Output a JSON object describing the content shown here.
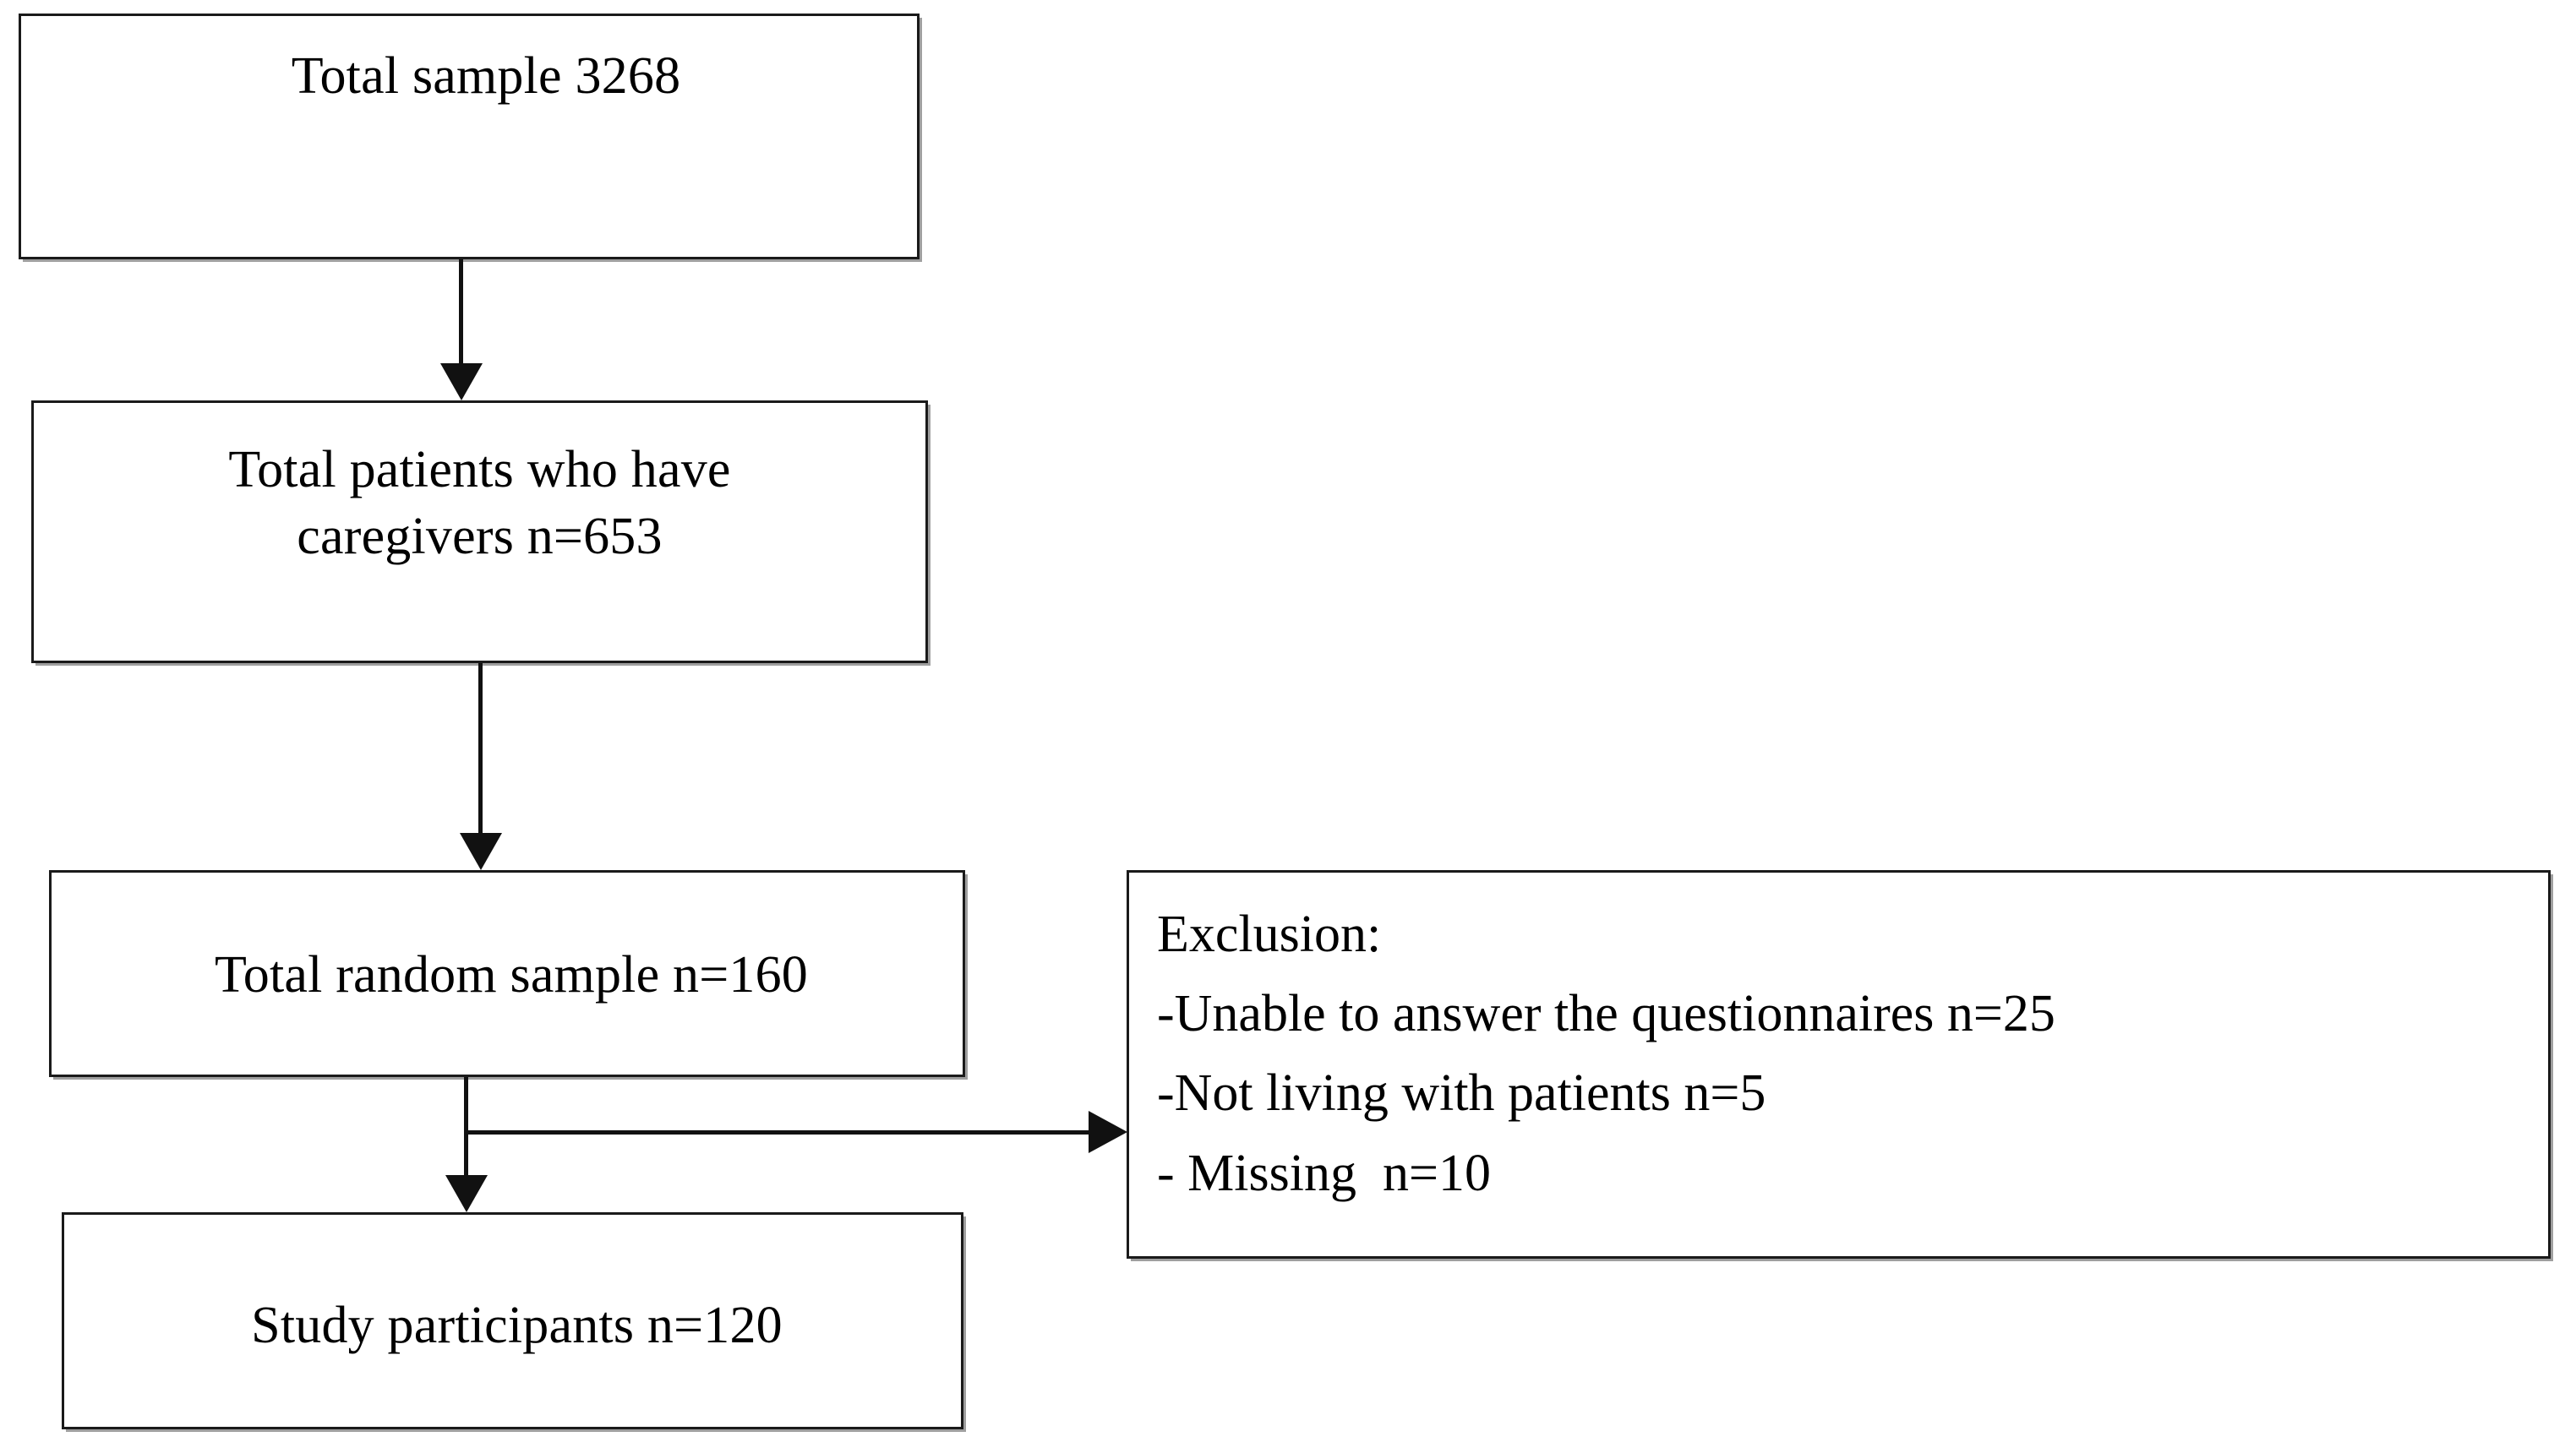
{
  "diagram": {
    "type": "participant-flow-chart",
    "boxes": {
      "total_sample": {
        "label": "Total sample 3268"
      },
      "caregivers": {
        "label": "Total patients who have\ncaregivers n=653"
      },
      "random_sample": {
        "label": "Total random sample  n=160"
      },
      "participants": {
        "label": "Study participants  n=120"
      }
    },
    "exclusion": {
      "lines": [
        "Exclusion:",
        "-Unable to answer the questionnaires n=25",
        "-Not living with patients n=5",
        "- Missing  n=10"
      ]
    },
    "colors": {
      "box_border": "#1a1a1a",
      "box_fill": "#ffffff",
      "connector": "#111111",
      "text": "#000000"
    }
  }
}
